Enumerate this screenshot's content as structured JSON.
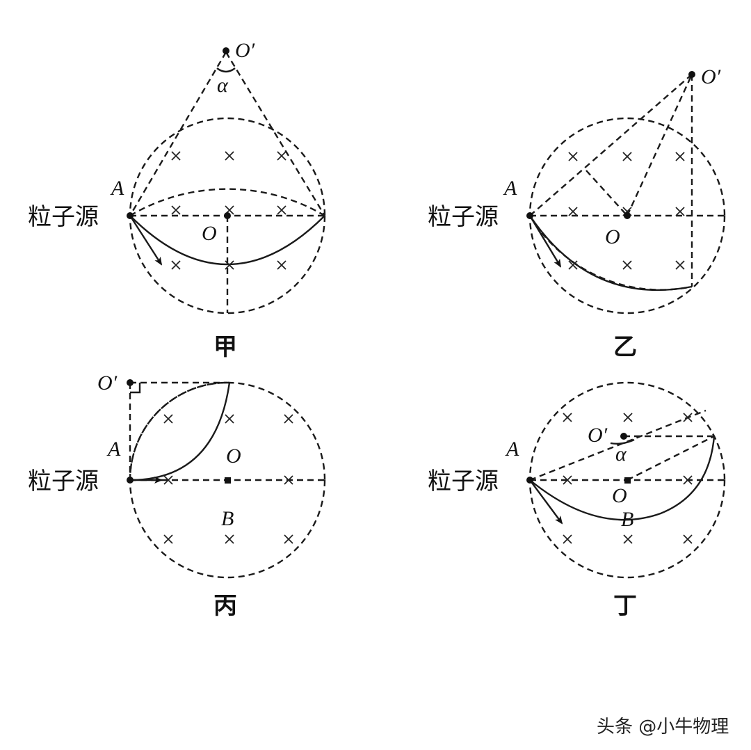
{
  "diagrams": [
    {
      "id": "jia",
      "caption": "甲",
      "source_label": "粒子源",
      "point_A": "A",
      "point_O": "O",
      "point_O_prime": "O′",
      "angle_label": "α"
    },
    {
      "id": "yi",
      "caption": "乙",
      "source_label": "粒子源",
      "point_A": "A",
      "point_O": "O",
      "point_O_prime": "O′"
    },
    {
      "id": "bing",
      "caption": "丙",
      "source_label": "粒子源",
      "point_A": "A",
      "point_O": "O",
      "point_O_prime": "O′",
      "point_B": "B"
    },
    {
      "id": "ding",
      "caption": "丁",
      "source_label": "粒子源",
      "point_A": "A",
      "point_O": "O",
      "point_O_prime": "O′",
      "point_B": "B",
      "angle_label": "α"
    }
  ],
  "watermark": "头条 @小牛物理"
}
